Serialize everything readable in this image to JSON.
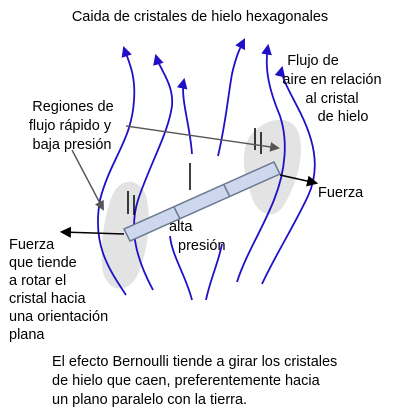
{
  "title": "Caida de cristales de hielo hexagonales",
  "labels": {
    "flow_relative": [
      "Flujo de",
      "aire en relación",
      "al cristal",
      "de hielo"
    ],
    "low_pressure_regions": [
      "Regiones de",
      "flujo rápido y",
      "baja presión"
    ],
    "force_right": "Fuerza",
    "force_left": [
      "Fuerza",
      "que tiende",
      "a rotar el",
      "cristal hacia",
      "una orientación",
      "plana"
    ],
    "high_pressure": [
      "alta",
      "presión"
    ]
  },
  "caption": [
    "El efecto Bernoulli tiende a girar los cristales",
    "de hielo que caen, preferentemente hacia",
    "un plano paralelo con la tierra."
  ],
  "colors": {
    "streamline": "#1f10c8",
    "crystal_fill": "#cdd8ee",
    "crystal_stroke": "#6a7890",
    "low_pressure_region": "#e3e3e3",
    "arrow": "#555555"
  }
}
